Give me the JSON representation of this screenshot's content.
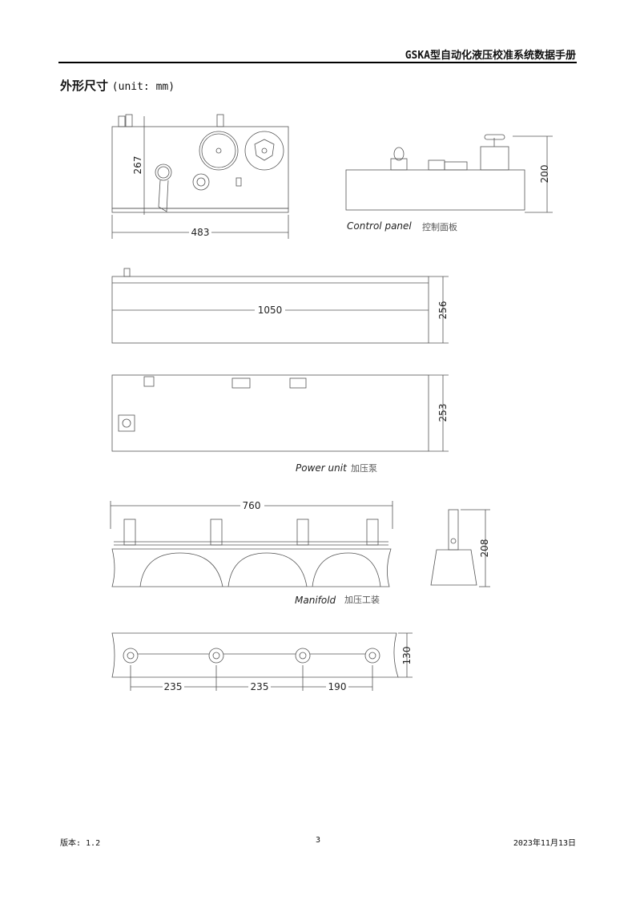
{
  "header": {
    "title": "GSKA型自动化液压校准系统数据手册"
  },
  "section": {
    "title": "外形尺寸",
    "unit": "(unit: mm)"
  },
  "drawings": {
    "control_panel": {
      "width": "483",
      "depth": "267",
      "height": "200",
      "label_en": "Control panel",
      "label_cn": "控制面板"
    },
    "power_unit": {
      "length": "1050",
      "height": "256",
      "depth": "253",
      "label_en": "Power unit",
      "label_cn": "加压泵"
    },
    "manifold": {
      "length": "760",
      "height": "208",
      "label_en": "Manifold",
      "label_cn": "加压工装",
      "depth": "130",
      "spacing": [
        "235",
        "235",
        "190"
      ]
    }
  },
  "footer": {
    "version": "版本: 1.2",
    "page": "3",
    "date": "2023年11月13日"
  }
}
